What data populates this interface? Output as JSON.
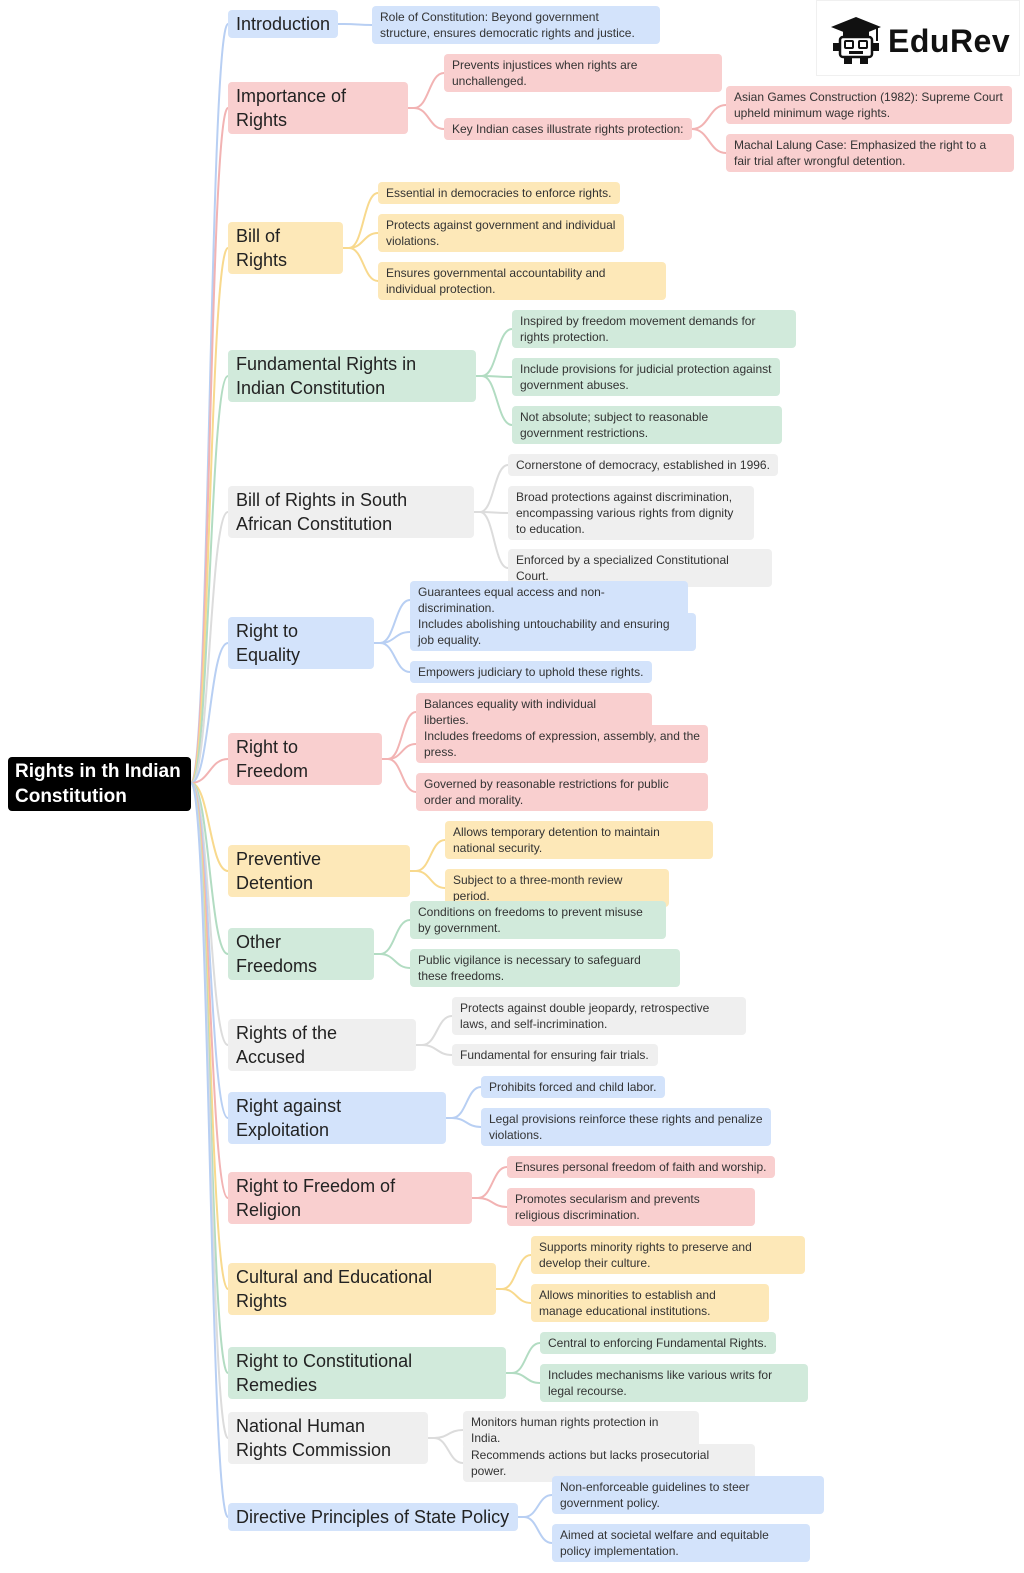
{
  "brand": {
    "name": "EduRev",
    "icon": "graduation-cap-robot-icon"
  },
  "root": {
    "label": "Rights in th Indian Constitution",
    "color": "#000000"
  },
  "colors": {
    "blue": "#d3e3fb",
    "red": "#f9cfcf",
    "yellow": "#fde8b8",
    "green": "#d1eadb",
    "gray": "#efefef"
  },
  "topics": [
    {
      "label": "Introduction",
      "color": "blue",
      "items": [
        {
          "text": "Role of Constitution: Beyond government structure, ensures democratic rights and justice."
        }
      ]
    },
    {
      "label": "Importance of Rights",
      "color": "red",
      "items": [
        {
          "text": "Prevents injustices when rights are unchallenged."
        },
        {
          "text": "Key Indian cases illustrate rights protection:",
          "children": [
            "Asian Games Construction (1982): Supreme Court upheld minimum wage rights.",
            "Machal Lalung Case: Emphasized the right to a fair trial after wrongful detention."
          ]
        }
      ]
    },
    {
      "label": "Bill of Rights",
      "color": "yellow",
      "items": [
        {
          "text": "Essential in democracies to enforce rights."
        },
        {
          "text": "Protects against government and individual violations."
        },
        {
          "text": "Ensures governmental accountability and individual protection."
        }
      ]
    },
    {
      "label": "Fundamental Rights in Indian Constitution",
      "color": "green",
      "items": [
        {
          "text": "Inspired by freedom movement demands for rights protection."
        },
        {
          "text": "Include provisions for judicial protection against government abuses."
        },
        {
          "text": "Not absolute; subject to reasonable government restrictions."
        }
      ]
    },
    {
      "label": "Bill of Rights in South African Constitution",
      "color": "gray",
      "items": [
        {
          "text": "Cornerstone of democracy, established in 1996."
        },
        {
          "text": "Broad protections against discrimination, encompassing various rights from dignity to education."
        },
        {
          "text": "Enforced by a specialized Constitutional Court."
        }
      ]
    },
    {
      "label": "Right to Equality",
      "color": "blue",
      "items": [
        {
          "text": "Guarantees equal access and non-discrimination."
        },
        {
          "text": "Includes abolishing untouchability and ensuring job equality."
        },
        {
          "text": "Empowers judiciary to uphold these rights."
        }
      ]
    },
    {
      "label": "Right to Freedom",
      "color": "red",
      "items": [
        {
          "text": "Balances equality with individual liberties."
        },
        {
          "text": "Includes freedoms of expression, assembly, and the press."
        },
        {
          "text": "Governed by reasonable restrictions for public order and morality."
        }
      ]
    },
    {
      "label": "Preventive Detention",
      "color": "yellow",
      "items": [
        {
          "text": "Allows temporary detention to maintain national security."
        },
        {
          "text": "Subject to a three-month review period."
        }
      ]
    },
    {
      "label": "Other Freedoms",
      "color": "green",
      "items": [
        {
          "text": "Conditions on freedoms to prevent misuse by government."
        },
        {
          "text": "Public vigilance is necessary to safeguard these freedoms."
        }
      ]
    },
    {
      "label": "Rights of the Accused",
      "color": "gray",
      "items": [
        {
          "text": "Protects against double jeopardy, retrospective laws, and self-incrimination."
        },
        {
          "text": "Fundamental for ensuring fair trials."
        }
      ]
    },
    {
      "label": "Right against Exploitation",
      "color": "blue",
      "items": [
        {
          "text": "Prohibits forced and child labor."
        },
        {
          "text": "Legal provisions reinforce these rights and penalize violations."
        }
      ]
    },
    {
      "label": "Right to Freedom of Religion",
      "color": "red",
      "items": [
        {
          "text": "Ensures personal freedom of faith and worship."
        },
        {
          "text": "Promotes secularism and prevents religious discrimination."
        }
      ]
    },
    {
      "label": "Cultural and Educational Rights",
      "color": "yellow",
      "items": [
        {
          "text": "Supports minority rights to preserve and develop their culture."
        },
        {
          "text": "Allows minorities to establish and manage educational institutions."
        }
      ]
    },
    {
      "label": "Right to Constitutional Remedies",
      "color": "green",
      "items": [
        {
          "text": "Central to enforcing Fundamental Rights."
        },
        {
          "text": "Includes mechanisms like various writs for legal recourse."
        }
      ]
    },
    {
      "label": "National Human Rights Commission",
      "color": "gray",
      "items": [
        {
          "text": "Monitors human rights protection in India."
        },
        {
          "text": "Recommends actions but lacks prosecutorial power."
        }
      ]
    },
    {
      "label": "Directive Principles of State Policy",
      "color": "blue",
      "items": [
        {
          "text": "Non-enforceable guidelines to steer government policy."
        },
        {
          "text": "Aimed at societal welfare and equitable policy implementation."
        }
      ]
    }
  ]
}
